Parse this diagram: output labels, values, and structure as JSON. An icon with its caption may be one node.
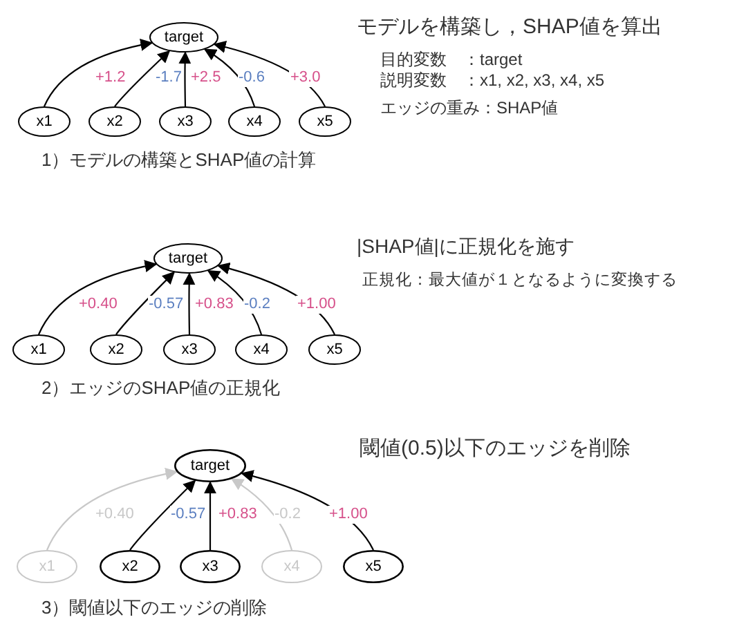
{
  "diagram": {
    "nodes": [
      {
        "text": [
          "target"
        ]
      },
      {
        "text": [
          "x1"
        ]
      },
      {
        "text": [
          "x2"
        ]
      },
      {
        "text": [
          "x3"
        ]
      },
      {
        "text": [
          "x4"
        ]
      },
      {
        "text": [
          "x5"
        ]
      },
      {
        "text": [
          "target"
        ]
      },
      {
        "text": [
          "x1"
        ]
      },
      {
        "text": [
          "x2"
        ]
      },
      {
        "text": [
          "x3"
        ]
      },
      {
        "text": [
          "x4"
        ]
      },
      {
        "text": [
          "x5"
        ]
      },
      {
        "text": [
          "target"
        ]
      },
      {
        "text": [
          "x1"
        ]
      },
      {
        "text": [
          "x2"
        ]
      },
      {
        "text": [
          "x3"
        ]
      },
      {
        "text": [
          "x4"
        ]
      },
      {
        "text": [
          "x5"
        ]
      }
    ],
    "edges": [
      {
        "from": 1,
        "to": 0,
        "arrow": "to",
        "label": "+1.2"
      },
      {
        "from": 2,
        "to": 0,
        "arrow": "to",
        "label": "-1.7"
      },
      {
        "from": 3,
        "to": 0,
        "arrow": "to",
        "label": "+2.5"
      },
      {
        "from": 4,
        "to": 0,
        "arrow": "to",
        "label": "-0.6"
      },
      {
        "from": 5,
        "to": 0,
        "arrow": "to",
        "label": "+3.0"
      },
      {
        "from": 7,
        "to": 6,
        "arrow": "to",
        "label": "+0.40"
      },
      {
        "from": 8,
        "to": 6,
        "arrow": "to",
        "label": "-0.57"
      },
      {
        "from": 9,
        "to": 6,
        "arrow": "to",
        "label": "+0.83"
      },
      {
        "from": 10,
        "to": 6,
        "arrow": "to",
        "label": "-0.2"
      },
      {
        "from": 11,
        "to": 6,
        "arrow": "to",
        "label": "+1.00"
      },
      {
        "from": 13,
        "to": 12,
        "arrow": "to",
        "label": "+0.40",
        "color": "#c8c8c8"
      },
      {
        "from": 14,
        "to": 12,
        "arrow": "to",
        "label": "-0.57"
      },
      {
        "from": 15,
        "to": 12,
        "arrow": "to",
        "label": "+0.83"
      },
      {
        "from": 16,
        "to": 12,
        "arrow": "to",
        "label": "-0.2",
        "color": "#c8c8c8"
      },
      {
        "from": 17,
        "to": 12,
        "arrow": "to",
        "label": "+1.00"
      }
    ],
    "labels": [
      "モデルを構築し，SHAP値を算出",
      "目的変数　：target",
      "説明変数　：x1, x2, x3, x4, x5",
      "エッジの重み：SHAP値",
      "1）モデルの構築とSHAP値の計算",
      "|SHAP値|に正規化を施す",
      "正規化：最大値が１となるように変換する",
      "2）エッジのSHAP値の正規化",
      "閾値(0.5)以下のエッジを削除",
      "3）閾値以下のエッジの削除"
    ]
  }
}
